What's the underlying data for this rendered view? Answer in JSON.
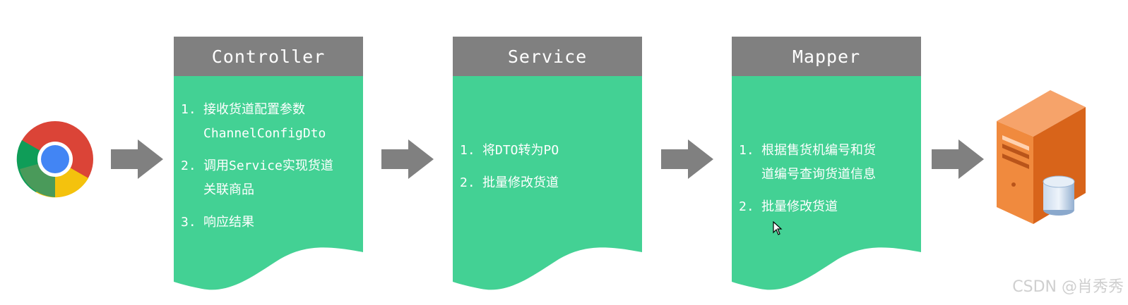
{
  "colors": {
    "header": "#808080",
    "body": "#43d194",
    "arrow": "#808080"
  },
  "icons": {
    "browser": "chrome-browser-icon",
    "server": "server-database-icon"
  },
  "cards": [
    {
      "title": "Controller",
      "items": [
        {
          "num": "1.",
          "lines": [
            "接收货道配置参数",
            "ChannelConfigDto"
          ]
        },
        {
          "num": "2.",
          "lines": [
            "调用Service实现货道",
            "关联商品"
          ]
        },
        {
          "num": "3.",
          "lines": [
            "响应结果"
          ]
        }
      ]
    },
    {
      "title": "Service",
      "items": [
        {
          "num": "1.",
          "lines": [
            "将DTO转为PO"
          ]
        },
        {
          "num": "2.",
          "lines": [
            "批量修改货道"
          ]
        }
      ]
    },
    {
      "title": "Mapper",
      "items": [
        {
          "num": "1.",
          "lines": [
            "根据售货机编号和货",
            "道编号查询货道信息"
          ]
        },
        {
          "num": "2.",
          "lines": [
            "批量修改货道"
          ]
        }
      ]
    }
  ],
  "watermark": "CSDN @肖秀秀"
}
